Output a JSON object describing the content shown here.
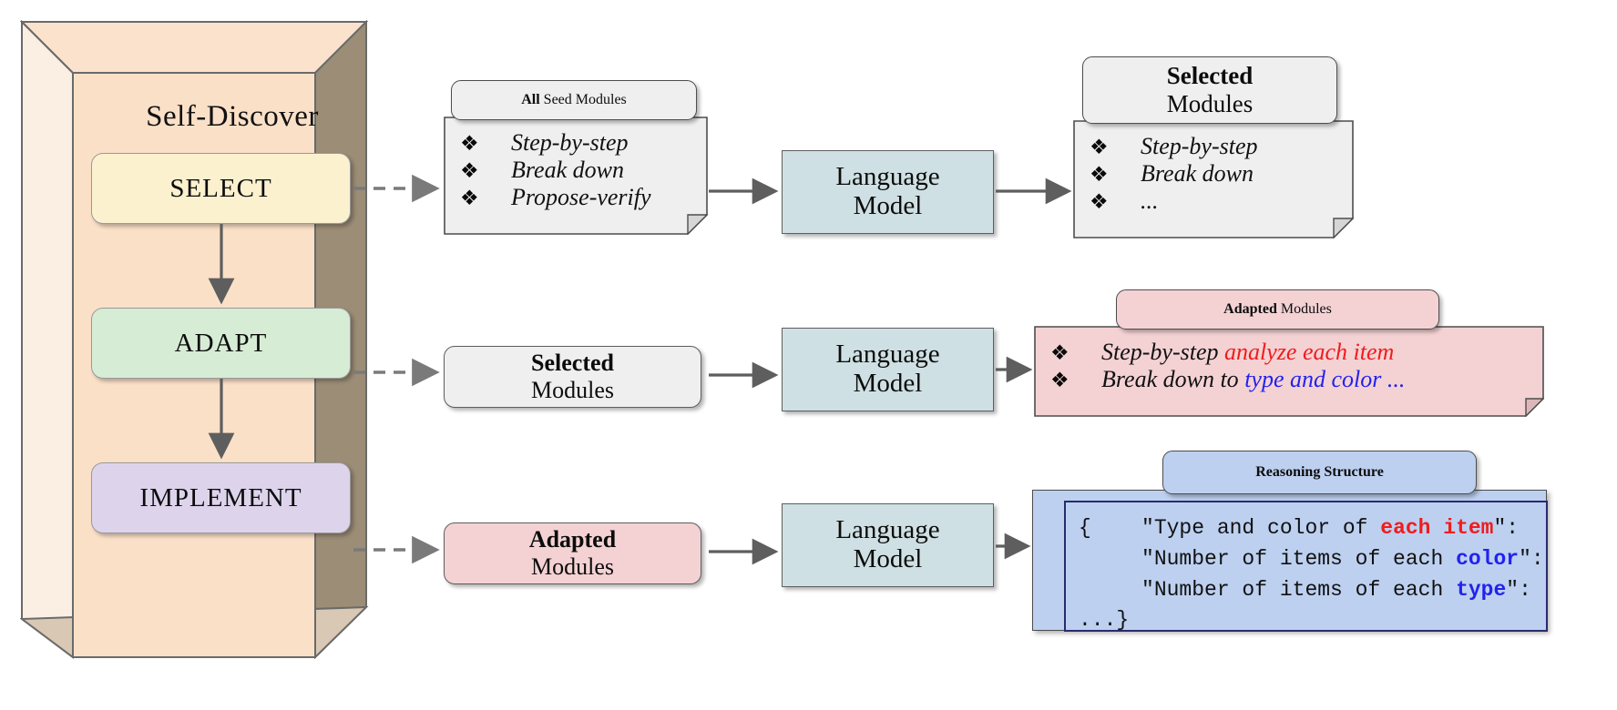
{
  "container": {
    "title": "Self-Discover",
    "face_color": "#fbe0c8",
    "top_color": "#fae2cd",
    "left_color": "#fbeee2",
    "right_color": "#9c8d76"
  },
  "stages": [
    {
      "label": "SELECT",
      "color": "#fbf1cf"
    },
    {
      "label": "ADAPT",
      "color": "#d6ecd5"
    },
    {
      "label": "IMPLEMENT",
      "color": "#ddd4ec"
    }
  ],
  "rows": [
    {
      "input_note": {
        "title_bold": "All",
        "title_rest": " Seed Modules",
        "items": [
          {
            "bullet": "❖",
            "text": "Step-by-step"
          },
          {
            "bullet": "❖",
            "text": "Break down"
          },
          {
            "bullet": "❖",
            "text": "Propose-verify"
          }
        ]
      },
      "model": {
        "line1": "Language",
        "line2": "Model"
      },
      "output_note": {
        "title_bold": "Selected",
        "title_rest": "Modules",
        "items": [
          {
            "bullet": "❖",
            "text": "Step-by-step"
          },
          {
            "bullet": "❖",
            "text": "Break down"
          },
          {
            "bullet": "❖",
            "text": "..."
          }
        ]
      }
    },
    {
      "input_pill": {
        "line1": "Selected",
        "line2": "Modules",
        "color": "#efefef"
      },
      "model": {
        "line1": "Language",
        "line2": "Model"
      },
      "output_note": {
        "title_bold": "Adapted",
        "title_rest": " Modules",
        "color": "#f4d2d4",
        "items": [
          {
            "bullet": "❖",
            "plain": "Step-by-step ",
            "accent": "analyze each item",
            "accent_color": "red"
          },
          {
            "bullet": "❖",
            "plain": "Break down to ",
            "accent": "type and color ...",
            "accent_color": "blue"
          }
        ]
      }
    },
    {
      "input_pill": {
        "line1": "Adapted",
        "line2": "Modules",
        "color": "#f4d2d4"
      },
      "model": {
        "line1": "Language",
        "line2": "Model"
      },
      "output_note": {
        "title_bold": "Reasoning Structure",
        "title_rest": "",
        "color": "#bdd0f0",
        "code_lines": [
          {
            "plain": "{    \"Type and color of ",
            "accent": "each item",
            "accent_color": "red",
            "tail": "\":"
          },
          {
            "plain": "     \"Number of items of each ",
            "accent": "color",
            "accent_color": "blue",
            "tail": "\":"
          },
          {
            "plain": "     \"Number of items of each ",
            "accent": "type",
            "accent_color": "blue",
            "tail": "\":"
          },
          {
            "plain": "...}",
            "accent": "",
            "accent_color": "red",
            "tail": ""
          }
        ]
      }
    }
  ],
  "colors": {
    "arrow": "#5e5e5e",
    "dashed_arrow": "#7a7a7a",
    "red_accent": "#f01c1c",
    "blue_accent": "#2222ee"
  }
}
